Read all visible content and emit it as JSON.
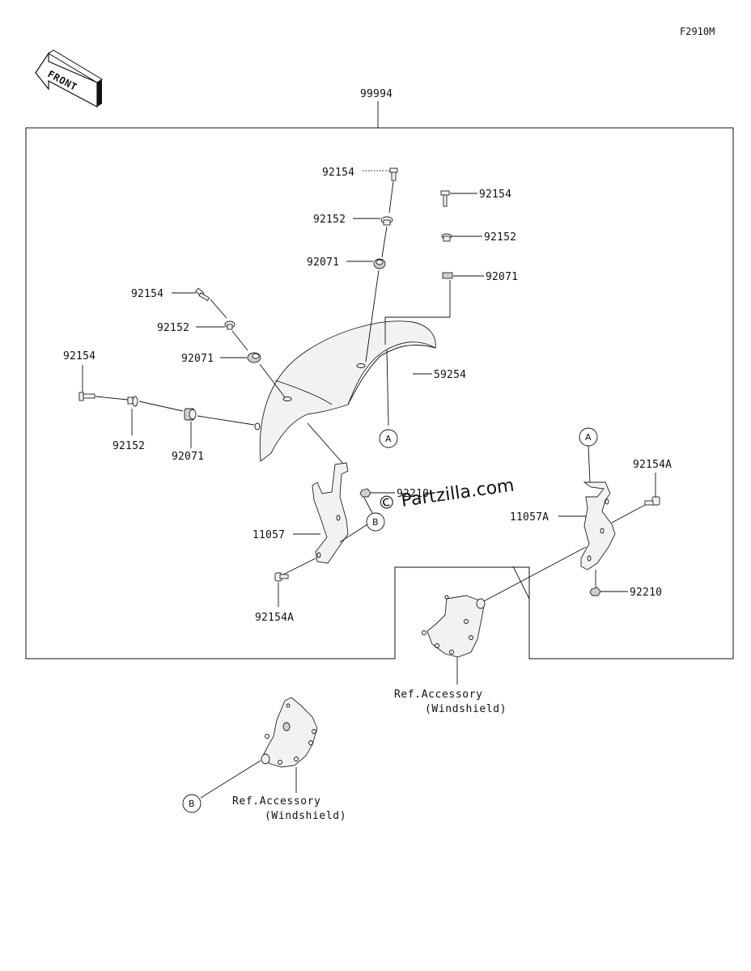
{
  "diagram_code": "F2910M",
  "front_arrow_text": "FRONT",
  "kit_number": "99994",
  "watermark": "© Partzilla.com",
  "callouts": {
    "a": "A",
    "b": "B"
  },
  "labels": {
    "top_center_screw": "92154",
    "top_center_washer": "92152",
    "top_center_grommet": "92071",
    "top_right_screw": "92154",
    "top_right_washer": "92152",
    "top_right_grommet": "92071",
    "mid_left_screw": "92154",
    "mid_left_washer": "92152",
    "mid_left_grommet": "92071",
    "far_left_screw": "92154",
    "far_left_washer": "92152",
    "far_left_grommet": "92071",
    "windshield": "59254",
    "left_bracket": "11057",
    "left_nut": "92210",
    "left_bolt": "92154A",
    "right_bolt": "92154A",
    "right_bracket": "11057A",
    "right_nut": "92210"
  },
  "refs": [
    {
      "line1": "Ref.Accessory",
      "line2": "(Windshield)"
    },
    {
      "line1": "Ref.Accessory",
      "line2": "(Windshield)"
    }
  ]
}
